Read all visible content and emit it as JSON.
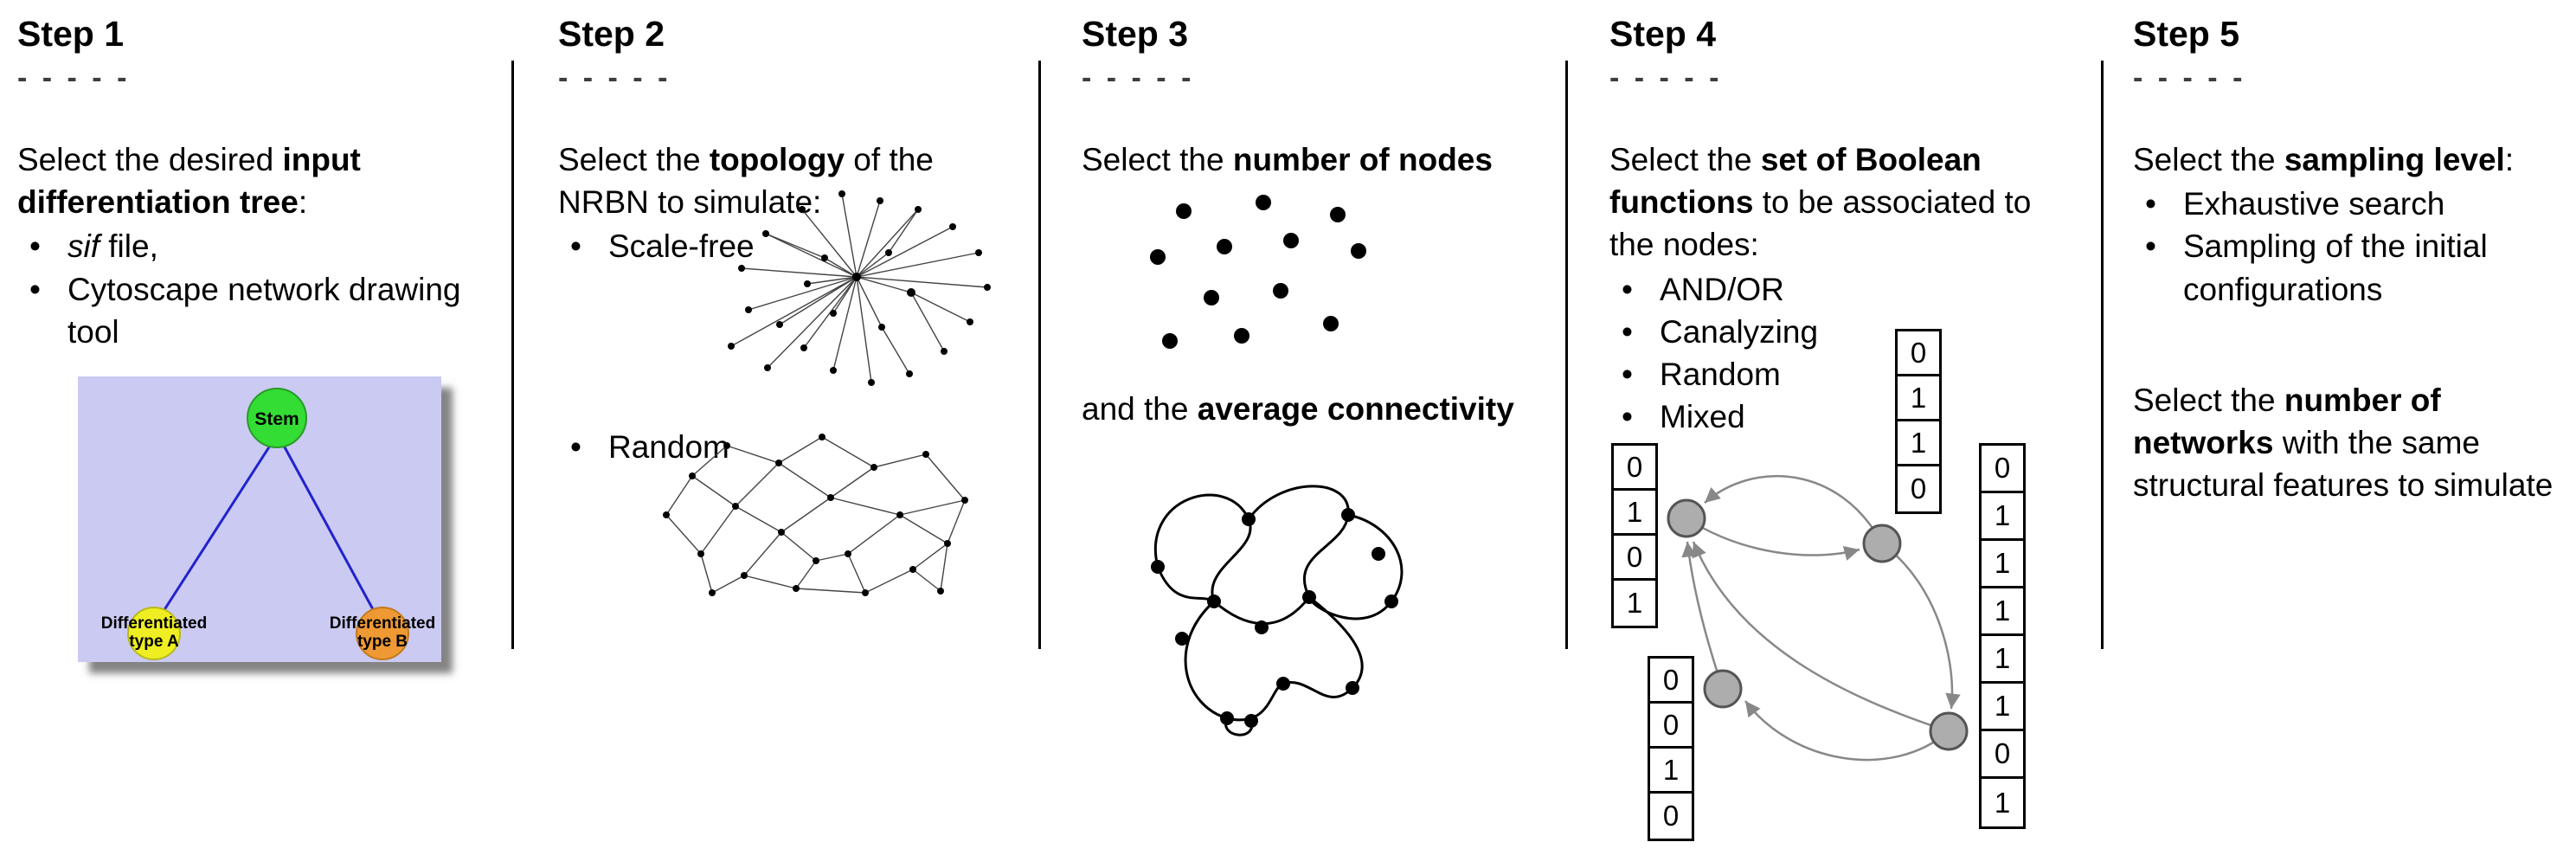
{
  "ui": {
    "bullet": "•"
  },
  "colors": {
    "background": "#ffffff",
    "text": "#000000",
    "dashes_gray": "#3d3d3d",
    "divider_black": "#000000",
    "tree_background": "#cacaf3",
    "stem_green": "#33dd33",
    "type_a_yellow": "#eeee22",
    "type_b_orange": "#ee9933",
    "tree_edge_blue": "#2222cc",
    "network_black": "#000000",
    "boolean_node_gray": "#adadad",
    "graph_edge_gray": "#888888"
  },
  "step1": {
    "title": "Step 1",
    "dashes": "- - - - -",
    "intro_pre": "Select the desired ",
    "intro_bold": "input differentiation tree",
    "intro_post": ":",
    "bullet1_italic": "sif",
    "bullet1_rest": " file,",
    "bullet2": "Cytoscape network drawing tool",
    "tree": {
      "root": "Stem",
      "left_line1": "Differentiated",
      "left_line2": "type A",
      "right_line1": "Differentiated",
      "right_line2": "type B"
    }
  },
  "step2": {
    "title": "Step 2",
    "dashes": "- - - - -",
    "intro_pre": "Select the ",
    "intro_bold": "topology",
    "intro_post": " of the NRBN to simulate:",
    "bullet1": "Scale-free",
    "bullet2": "Random"
  },
  "step3": {
    "title": "Step 3",
    "dashes": "- - - - -",
    "line1_pre": "Select the ",
    "line1_bold": "number of nodes",
    "line2_pre": "and the ",
    "line2_bold": "average connectivity"
  },
  "step4": {
    "title": "Step 4",
    "dashes": "- - - - -",
    "intro_pre": "Select the ",
    "intro_bold": "set of Boolean functions",
    "intro_post": " to be associated to the nodes:",
    "bullets": [
      "AND/OR",
      "Canalyzing",
      "Random",
      "Mixed"
    ],
    "tables": {
      "top": [
        "0",
        "1",
        "1",
        "0"
      ],
      "left": [
        "0",
        "1",
        "0",
        "1"
      ],
      "bottom_left": [
        "0",
        "0",
        "1",
        "0"
      ],
      "right": [
        "0",
        "1",
        "1",
        "1",
        "1",
        "1",
        "0",
        "1"
      ]
    }
  },
  "step5": {
    "title": "Step 5",
    "dashes": "- - - - -",
    "intro_pre": "Select the ",
    "intro_bold": "sampling level",
    "intro_post": ":",
    "bullet1": "Exhaustive search",
    "bullet2": "Sampling of the initial configurations",
    "para2_pre": "Select the ",
    "para2_bold": "number of networks",
    "para2_post": " with the same structural features to simulate"
  }
}
